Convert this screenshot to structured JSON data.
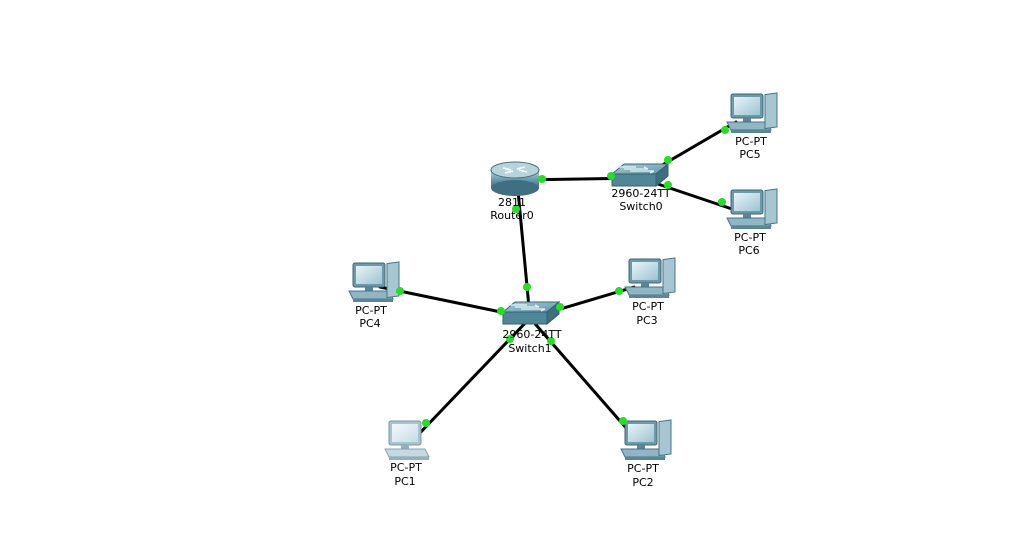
{
  "colors": {
    "link": "#000000",
    "port_up": "#22e022",
    "background": "#ffffff"
  },
  "devices": {
    "router0": {
      "model": "2811",
      "name": "Router0",
      "icon": "router-icon"
    },
    "switch0": {
      "model": "2960-24TT",
      "name": "Switch0",
      "icon": "switch-icon"
    },
    "switch1": {
      "model": "2960-24TT",
      "name": "Switch1",
      "icon": "switch-icon"
    },
    "pc1": {
      "model": "PC-PT",
      "name": "PC1",
      "icon": "pc-icon"
    },
    "pc2": {
      "model": "PC-PT",
      "name": "PC2",
      "icon": "pc-icon"
    },
    "pc3": {
      "model": "PC-PT",
      "name": "PC3",
      "icon": "pc-icon"
    },
    "pc4": {
      "model": "PC-PT",
      "name": "PC4",
      "icon": "pc-icon"
    },
    "pc5": {
      "model": "PC-PT",
      "name": "PC5",
      "icon": "pc-icon"
    },
    "pc6": {
      "model": "PC-PT",
      "name": "PC6",
      "icon": "pc-icon"
    }
  },
  "links": [
    {
      "from": "router0",
      "to": "switch0"
    },
    {
      "from": "router0",
      "to": "switch1"
    },
    {
      "from": "switch0",
      "to": "pc5"
    },
    {
      "from": "switch0",
      "to": "pc6"
    },
    {
      "from": "switch1",
      "to": "pc4"
    },
    {
      "from": "switch1",
      "to": "pc3"
    },
    {
      "from": "switch1",
      "to": "pc1"
    },
    {
      "from": "switch1",
      "to": "pc2"
    }
  ]
}
